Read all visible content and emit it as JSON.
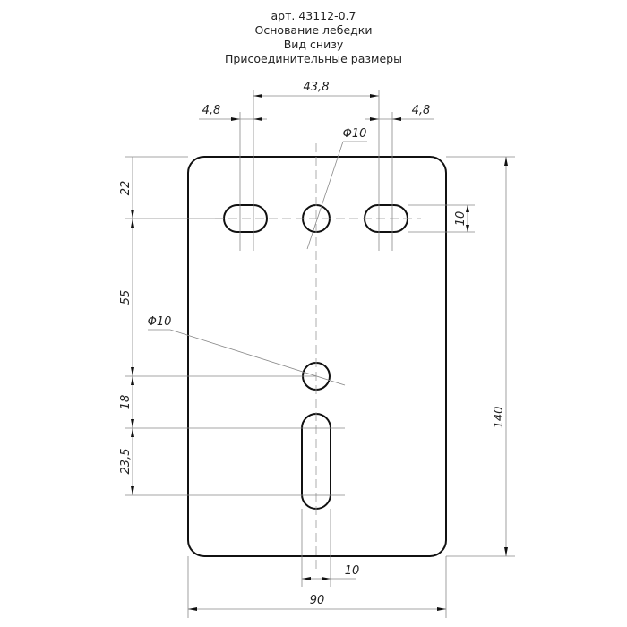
{
  "title": {
    "article": "арт. 43112-0.7",
    "name": "Основание лебедки",
    "view": "Вид снизу",
    "subtitle": "Присоединительные размеры"
  },
  "dimensions": {
    "slot_spacing": "43,8",
    "slot_left_width": "4,8",
    "slot_right_width": "4,8",
    "top_hole_diameter": "Φ10",
    "slot_height": "10",
    "top_offset": "22",
    "hole_spacing": "55",
    "middle_hole_diameter": "Φ10",
    "hole_to_slot": "18",
    "slot_length": "23,5",
    "plate_height": "140",
    "bottom_slot_width": "10",
    "plate_width": "90"
  }
}
